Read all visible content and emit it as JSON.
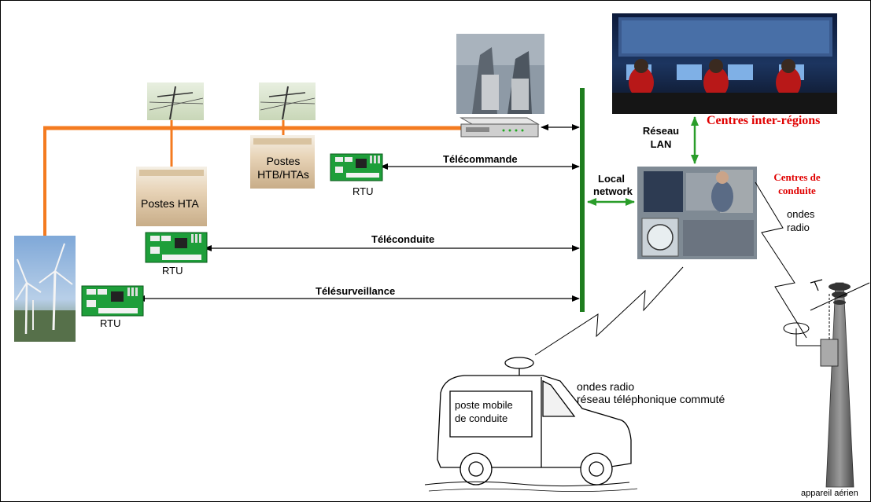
{
  "colors": {
    "power_line": "#f47b20",
    "local_network": "#1e7d1e",
    "green_arrow": "#2a9d2a",
    "red_text": "#e00000",
    "rtu_board": "#1e9e3a"
  },
  "labels": {
    "postes_hta": "Postes HTA",
    "postes_htb_line1": "Postes",
    "postes_htb_line2": "HTB/HTAs",
    "rtu1": "RTU",
    "rtu2": "RTU",
    "rtu3": "RTU",
    "telecommande": "Télécommande",
    "teleconduite": "Téléconduite",
    "telesurveillance": "Télésurveillance",
    "local_network_line1": "Local",
    "local_network_line2": "network",
    "reseau_lan_line1": "Réseau",
    "reseau_lan_line2": "LAN",
    "centres_inter_regions": "Centres inter-régions",
    "centres_conduite_line1": "Centres de",
    "centres_conduite_line2": "conduite",
    "ondes_radio_line1": "ondes",
    "ondes_radio_line2": "radio",
    "ondes_radio_van": "ondes radio",
    "reseau_telephonique": "réseau téléphonique commuté",
    "poste_mobile_line1": "poste mobile",
    "poste_mobile_line2": "de conduite",
    "appareil_aerien": "appareil aérien"
  },
  "icons": {
    "wind_turbines": "wind-turbine-photo",
    "pylon_photos": "power-pylon-photo",
    "substation_photos": "substation-building-photo",
    "switchgear_photo": "hv-switchgear-photo",
    "control_room_photo": "control-room-photo",
    "control_center_photo": "control-center-photo",
    "router": "network-router-icon",
    "rtu_boards": "rtu-circuit-board-icon",
    "van": "utility-van-drawing",
    "tower": "overhead-line-tower-drawing"
  }
}
